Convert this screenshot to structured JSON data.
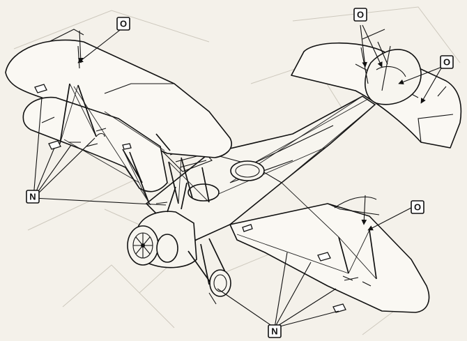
{
  "callouts": [
    {
      "id": "O1",
      "text": "O"
    },
    {
      "id": "O2",
      "text": "O"
    },
    {
      "id": "O3",
      "text": "O"
    },
    {
      "id": "O4",
      "text": "O"
    },
    {
      "id": "N1",
      "text": "N"
    },
    {
      "id": "N2",
      "text": "N"
    }
  ]
}
